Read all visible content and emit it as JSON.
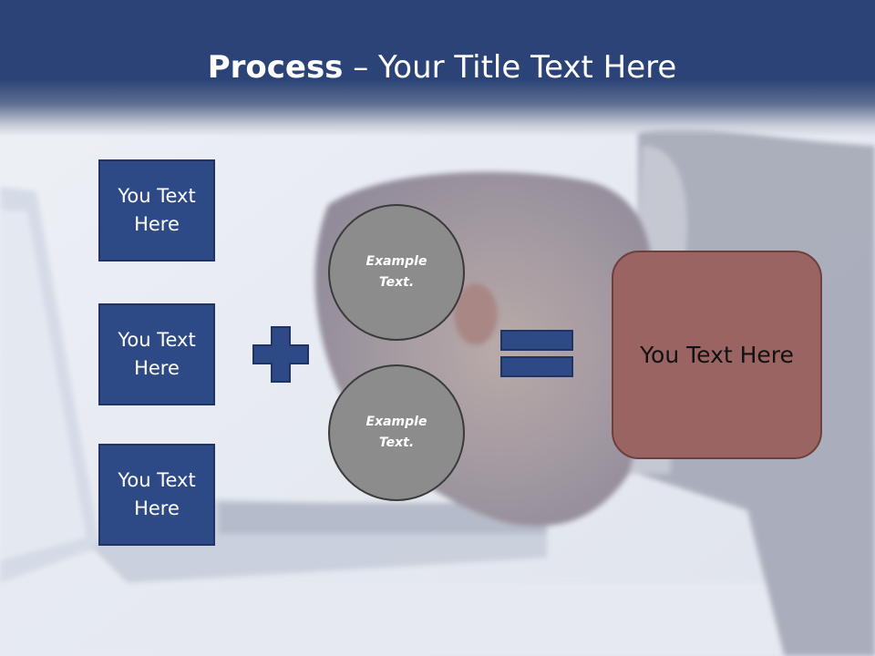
{
  "slide": {
    "title_bold": "Process",
    "title_rest": " – Your Title Text Here",
    "left_boxes": [
      {
        "label": "You Text Here"
      },
      {
        "label": "You Text Here"
      },
      {
        "label": "You Text Here"
      }
    ],
    "circles": [
      {
        "label": "Example Text."
      },
      {
        "label": "Example Text."
      }
    ],
    "result_label": "You Text Here",
    "plus_icon": "plus-icon",
    "equals_icon": "equals-icon"
  },
  "colors": {
    "title_bar": "#2b4376",
    "box_fill": "#2e4a86",
    "circle_fill": "#8c8c8c",
    "result_fill": "#9a6462"
  }
}
